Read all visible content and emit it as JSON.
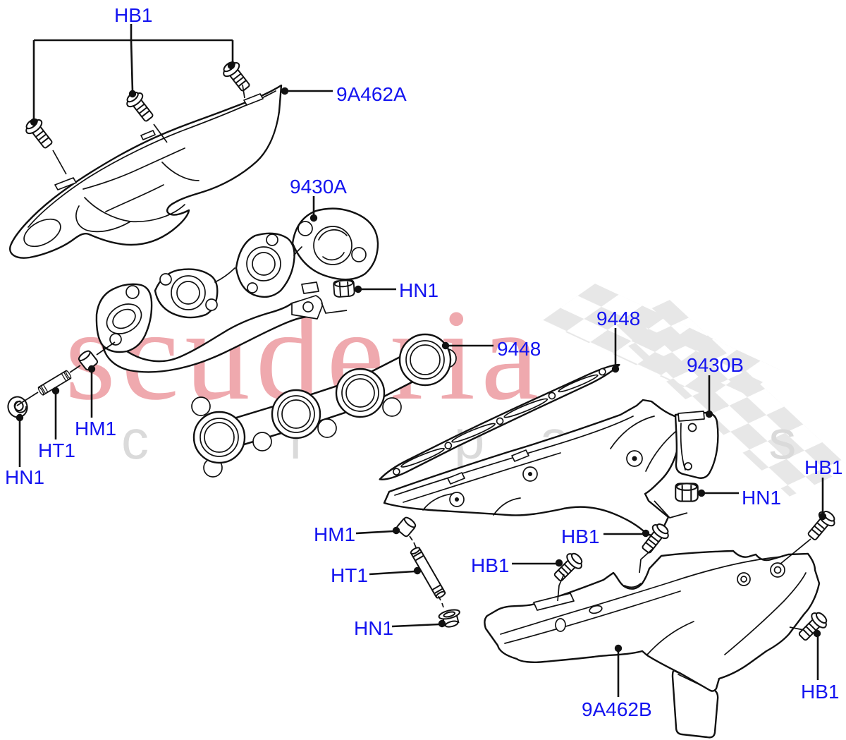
{
  "watermark": {
    "brand": "scuderia",
    "subtitle": "car parts",
    "brand_color": "#efa9ae",
    "subtitle_color": "#dadada",
    "flag_check_color": "#e7e7e7"
  },
  "colors": {
    "label_text": "#1414f0",
    "line_art": "#111111",
    "background": "#ffffff"
  },
  "labels": [
    {
      "id": "hb1-top",
      "text": "HB1"
    },
    {
      "id": "9a462a",
      "text": "9A462A"
    },
    {
      "id": "9430a",
      "text": "9430A"
    },
    {
      "id": "hn1-a",
      "text": "HN1"
    },
    {
      "id": "9448-left",
      "text": "9448"
    },
    {
      "id": "hm1-left",
      "text": "HM1"
    },
    {
      "id": "ht1-left",
      "text": "HT1"
    },
    {
      "id": "hn1-left",
      "text": "HN1"
    },
    {
      "id": "9448-right",
      "text": "9448"
    },
    {
      "id": "9430b",
      "text": "9430B"
    },
    {
      "id": "hb1-right-top",
      "text": "HB1"
    },
    {
      "id": "hn1-right",
      "text": "HN1"
    },
    {
      "id": "hm1-right",
      "text": "HM1"
    },
    {
      "id": "hb1-mid-1",
      "text": "HB1"
    },
    {
      "id": "hb1-mid-2",
      "text": "HB1"
    },
    {
      "id": "ht1-right",
      "text": "HT1"
    },
    {
      "id": "hn1-bottom",
      "text": "HN1"
    },
    {
      "id": "9a462b",
      "text": "9A462B"
    },
    {
      "id": "hb1-bottom-right",
      "text": "HB1"
    }
  ]
}
